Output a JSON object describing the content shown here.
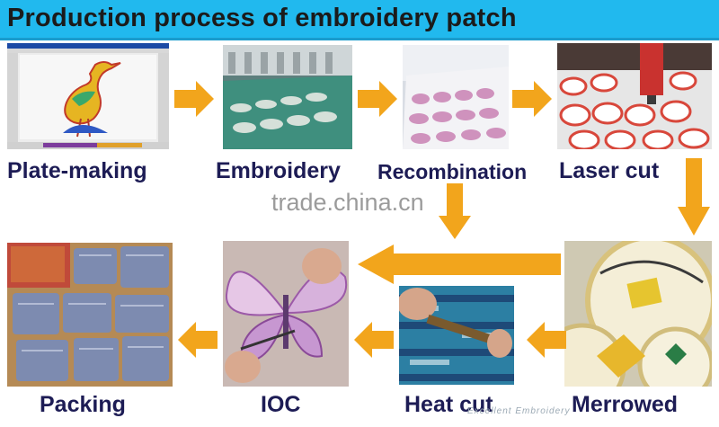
{
  "header": {
    "title": "Production process of embroidery patch"
  },
  "steps": [
    {
      "label": "Plate-making"
    },
    {
      "label": "Embroidery"
    },
    {
      "label": "Recombination"
    },
    {
      "label": "Laser cut"
    },
    {
      "label": "Merrowed"
    },
    {
      "label": "Heat cut"
    },
    {
      "label": "IOC"
    },
    {
      "label": "Packing"
    }
  ],
  "watermark": "trade.china.cn",
  "brand_mark": "Excellent Embroidery",
  "colors": {
    "header_bg": "#21b9ee",
    "arrow": "#f2a51c",
    "label_text": "#1d1c55"
  }
}
